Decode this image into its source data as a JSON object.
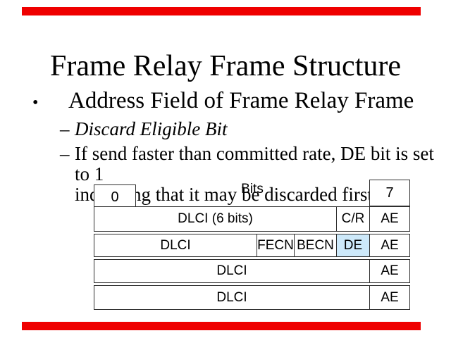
{
  "slide": {
    "title": "Frame Relay Frame Structure",
    "bullet_glyph": "•",
    "bullet": "Address Field of Frame Relay Frame",
    "sub_bullets": [
      {
        "dash": "–",
        "text": "Discard Eligible Bit"
      },
      {
        "dash": "–",
        "line1": "If send faster than committed rate, DE bit is set to 1",
        "line2": "indicating that it may be discarded first"
      }
    ]
  },
  "table": {
    "header": {
      "left_bit": "0",
      "label": "Bits",
      "right_bit": "7"
    },
    "rows": [
      {
        "cells": [
          {
            "label": "DLCI (6 bits)"
          },
          {
            "label": "C/R"
          },
          {
            "label": "AE"
          }
        ]
      },
      {
        "cells": [
          {
            "label": "DLCI"
          },
          {
            "label": "FECN"
          },
          {
            "label": "BECN"
          },
          {
            "label": "DE",
            "highlight": true
          },
          {
            "label": "AE"
          }
        ]
      },
      {
        "cells": [
          {
            "label": "DLCI"
          },
          {
            "label": "AE"
          }
        ]
      },
      {
        "cells": [
          {
            "label": "DLCI"
          },
          {
            "label": "AE"
          }
        ]
      }
    ]
  },
  "colors": {
    "accent_bar": "#ef0000",
    "highlight_cell": "#cde9fa",
    "table_border": "#2e2e2e",
    "text": "#000000"
  }
}
